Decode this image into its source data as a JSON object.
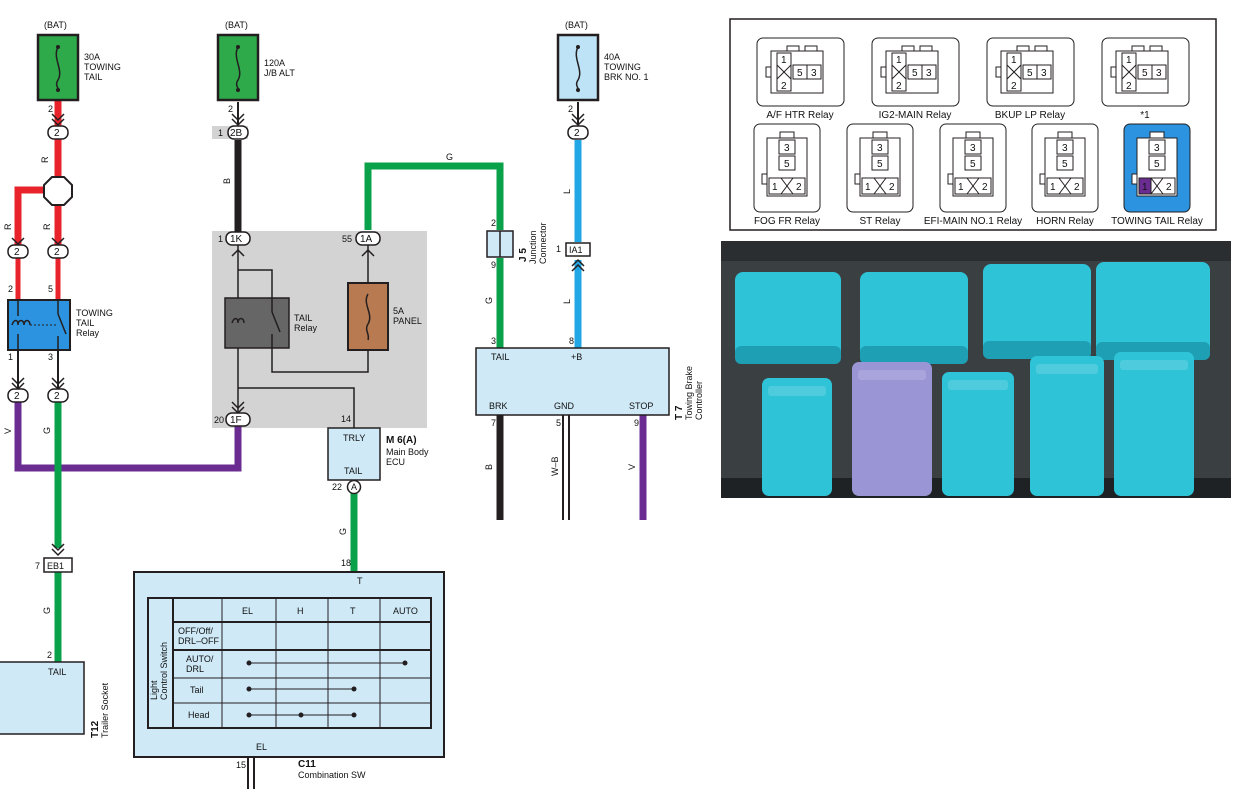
{
  "colors": {
    "red": "#e8232b",
    "black": "#231f20",
    "green": "#0aa14b",
    "blue": "#21a7e6",
    "purple": "#6b2c91",
    "fuse_green": "#2faa4a",
    "fuse_blue": "#bfe3f6",
    "panel_fuse": "#b87a50",
    "relay_blue": "#2b93e0",
    "relay_gray": "#666666",
    "module_fill": "#cfe9f7",
    "jb_gray": "#d3d3d3",
    "ecu_fill": "#cfe9f7"
  },
  "fuses": {
    "towing_tail": {
      "bat": "(BAT)",
      "name": "30A\nTOWING\nTAIL",
      "pin": "2",
      "conn": "2"
    },
    "alt": {
      "bat": "(BAT)",
      "name": "120A\nJ/B ALT",
      "pin": "2",
      "conn_pin": "1",
      "conn": "2B"
    },
    "towing_brk": {
      "bat": "(BAT)",
      "name": "40A\nTOWING\nBRK NO. 1",
      "pin": "2",
      "conn": "2"
    }
  },
  "wires": {
    "r": "R",
    "b": "B",
    "g": "G",
    "l": "L",
    "v": "V",
    "wb": "W–B"
  },
  "left_branch": {
    "conn_left": "2",
    "conn_right": "2",
    "relay_pin_left": "2",
    "relay_pin_right": "5",
    "relay_pin_bl": "1",
    "relay_pin_br": "3",
    "relay_name": "TOWING\nTAIL\nRelay",
    "conn_bl": "2",
    "conn_br": "2"
  },
  "jb": {
    "pin_1k": "1",
    "conn_1k": "1K",
    "pin_1a": "55",
    "conn_1a": "1A",
    "tail_relay": "TAIL\nRelay",
    "panel_fuse": "5A\nPANEL",
    "pin_1f": "20",
    "conn_1f": "1F"
  },
  "ecu": {
    "pin": "14",
    "trly": "TRLY",
    "tail": "TAIL",
    "name": "M 6(A)",
    "desc": "Main Body\nECU",
    "pin_a": "22",
    "conn_a": "A"
  },
  "junction": {
    "pin_top": "2",
    "pin_bottom": "9",
    "name": "J 5",
    "desc": "Junction\nConnector"
  },
  "ia1": {
    "pin": "1",
    "conn": "IA1"
  },
  "controller": {
    "pin_tail": "3",
    "pin_b": "8",
    "tail": "TAIL",
    "plus_b": "+B",
    "brk": "BRK",
    "gnd": "GND",
    "stop": "STOP",
    "pin_brk": "7",
    "pin_gnd": "5",
    "pin_stop": "9",
    "name": "T 7",
    "desc": "Towing Brake\nController"
  },
  "eb1": {
    "pin": "7",
    "conn": "EB1"
  },
  "trailer": {
    "pin": "2",
    "label": "TAIL",
    "name": "T12",
    "desc": "Trailer Socket"
  },
  "combo_sw": {
    "pin_top": "18",
    "top_label": "T",
    "headers": [
      "EL",
      "H",
      "T",
      "AUTO"
    ],
    "side_label": "Light\nControl Switch",
    "rows": [
      "OFF/Off/\nDRL–OFF",
      "AUTO/\nDRL",
      "Tail",
      "Head"
    ],
    "bottom_label": "EL",
    "pin_bottom": "15",
    "name": "C11",
    "desc": "Combination SW"
  },
  "relay_grid": {
    "row1": [
      "A/F HTR Relay",
      "IG2-MAIN Relay",
      "BKUP LP Relay",
      "*1"
    ],
    "row2": [
      "FOG FR Relay",
      "ST Relay",
      "EFI-MAIN NO.1 Relay",
      "HORN Relay",
      "TOWING TAIL Relay"
    ],
    "pins_top": [
      "1",
      "2",
      "5",
      "3"
    ],
    "pins_bottom": [
      "3",
      "5",
      "1",
      "2"
    ],
    "highlight_pin": "1"
  },
  "photo": {
    "top_relays": [
      "relay-photo-1",
      "relay-photo-2",
      "relay-photo-3",
      "relay-photo-4"
    ],
    "bottom_relays": [
      "relay-photo-5",
      "relay-photo-6",
      "relay-photo-7",
      "relay-photo-8",
      "relay-photo-9"
    ]
  }
}
